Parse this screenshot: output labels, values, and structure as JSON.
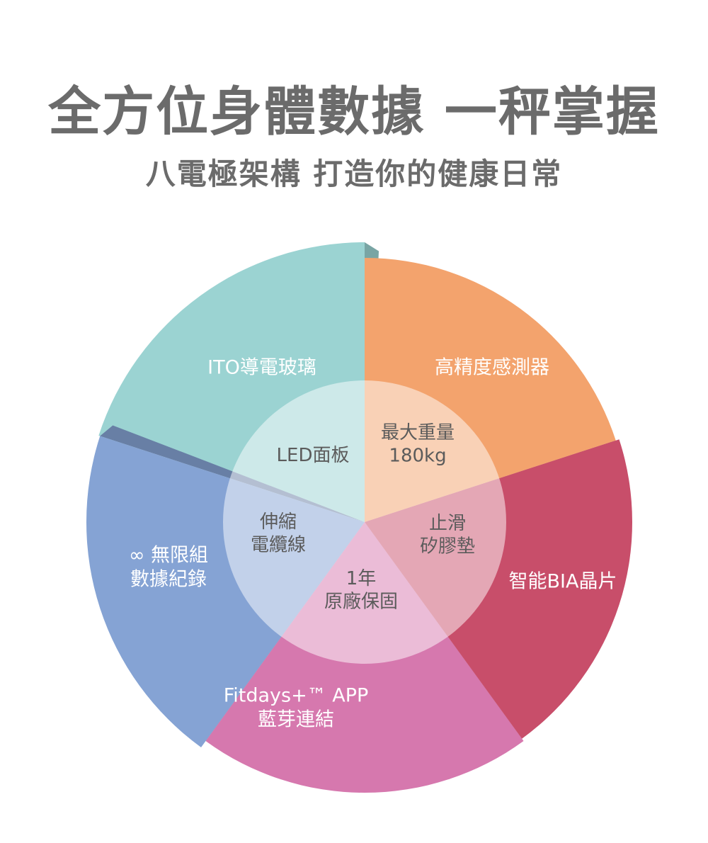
{
  "header": {
    "title": "全方位身體數據 一秤掌握",
    "subtitle": "八電極架構 打造你的健康日常"
  },
  "diagram": {
    "segments": [
      {
        "outer_lines": [
          "ITO導電玻璃"
        ],
        "inner_lines": [
          "LED面板"
        ],
        "color": "#9bd3d2"
      },
      {
        "outer_lines": [
          "高精度感測器"
        ],
        "inner_lines": [
          "最大重量",
          "180kg"
        ],
        "color": "#f3a36d"
      },
      {
        "outer_lines": [
          "智能BIA晶片"
        ],
        "inner_lines": [
          "止滑",
          "矽膠墊"
        ],
        "color": "#c84e6a"
      },
      {
        "outer_lines": [
          "Fitdays+™ APP",
          "藍芽連結"
        ],
        "inner_lines": [
          "1年",
          "原廠保固"
        ],
        "color": "#d678ae"
      },
      {
        "outer_lines": [
          "∞ 無限組",
          "數據紀錄"
        ],
        "inner_lines": [
          "伸縮",
          "電纜線"
        ],
        "color": "#85a3d4"
      }
    ]
  }
}
